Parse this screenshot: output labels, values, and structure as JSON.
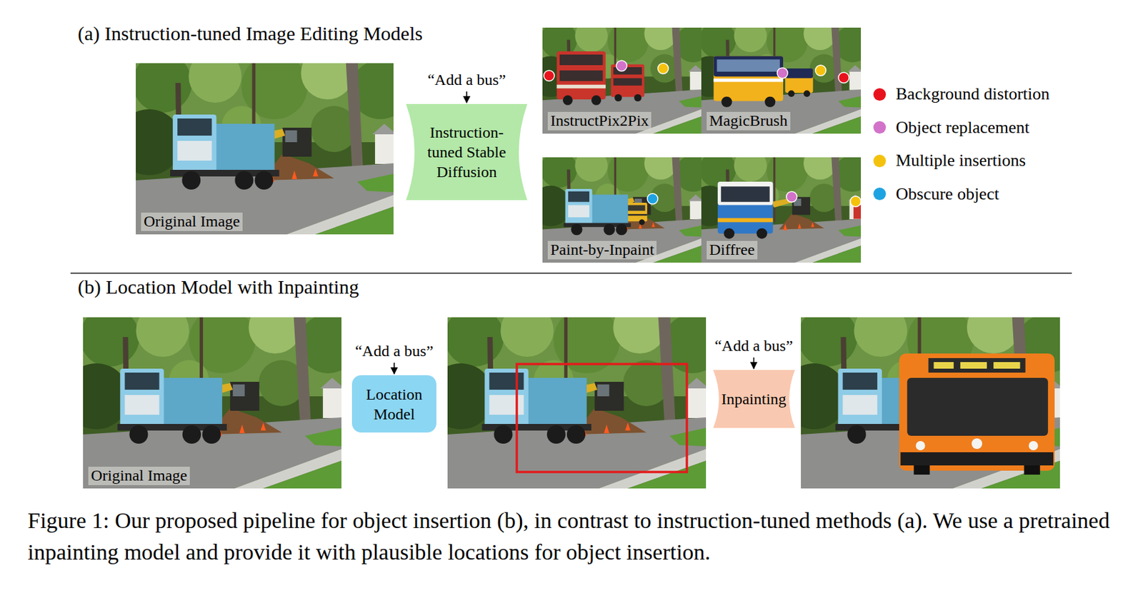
{
  "diagram": {
    "caption": "Figure 1: Our proposed pipeline for object insertion (b), in contrast to instruction-tuned methods (a). We use a pretrained inpainting model and provide it with plausible locations for object insertion.",
    "nodes": [
      {
        "text": [
          "Original Image"
        ]
      },
      {
        "text": [
          "“Add a bus”",
          "Instruction-tuned Stable Diffusion"
        ]
      },
      {
        "text": [
          "InstructPix2Pix"
        ]
      },
      {
        "text": [
          "MagicBrush"
        ]
      },
      {
        "text": [
          "Paint-by-Inpaint"
        ]
      },
      {
        "text": [
          "Diffree"
        ]
      },
      {
        "text": [
          "Original Image"
        ]
      },
      {
        "text": [
          "“Add a bus”",
          "Location Model"
        ]
      },
      {
        "text": [
          "“Add a bus”",
          "Inpainting"
        ]
      }
    ],
    "labels": [
      "(a) Instruction-tuned Image Editing Models",
      "(b) Location Model with Inpainting"
    ],
    "legend": [
      {
        "text": "Background distortion",
        "color": "#e8121c"
      },
      {
        "text": "Object replacement",
        "color": "#d272c9"
      },
      {
        "text": "Multiple insertions",
        "color": "#f4c20d"
      },
      {
        "text": "Obscure object",
        "color": "#1ea3e2"
      }
    ]
  }
}
